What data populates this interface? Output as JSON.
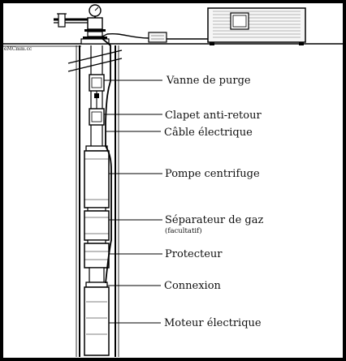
{
  "diagram": {
    "watermark": "eMCmm.cc",
    "labels": [
      {
        "text": "Vanne de purge"
      },
      {
        "text": "Clapet anti-retour"
      },
      {
        "text": "Câble électrique"
      },
      {
        "text": "Pompe centrifuge"
      },
      {
        "text": "Séparateur de gaz"
      },
      {
        "text": "(facultatif)"
      },
      {
        "text": "Protecteur"
      },
      {
        "text": "Connexion"
      },
      {
        "text": "Moteur électrique"
      }
    ]
  }
}
